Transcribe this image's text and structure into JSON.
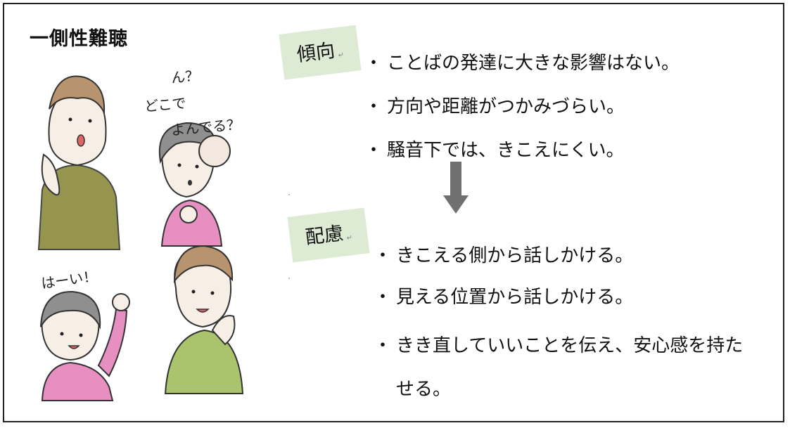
{
  "title": "一側性難聴",
  "sections": {
    "tendency": {
      "label": "傾向",
      "items": [
        "ことばの発達に大きな影響はない。",
        "方向や距離がつかみづらい。",
        "騒音下では、きこえにくい。"
      ]
    },
    "consideration": {
      "label": "配慮",
      "items": [
        "きこえる側から話しかける。",
        "見える位置から話しかける。",
        "きき直していいことを伝え、安心感を持たせる。"
      ]
    }
  },
  "illustration": {
    "speech": {
      "n": "ん？",
      "doko": "どこで",
      "yonderu": "よんでる？",
      "hai": "はーい！"
    }
  },
  "colors": {
    "tag_background": "#ddebd5",
    "arrow": "#707070",
    "shirt_olive": "#8a8a3c",
    "shirt_pink": "#e68fc0",
    "shirt_green": "#a9c46c"
  }
}
